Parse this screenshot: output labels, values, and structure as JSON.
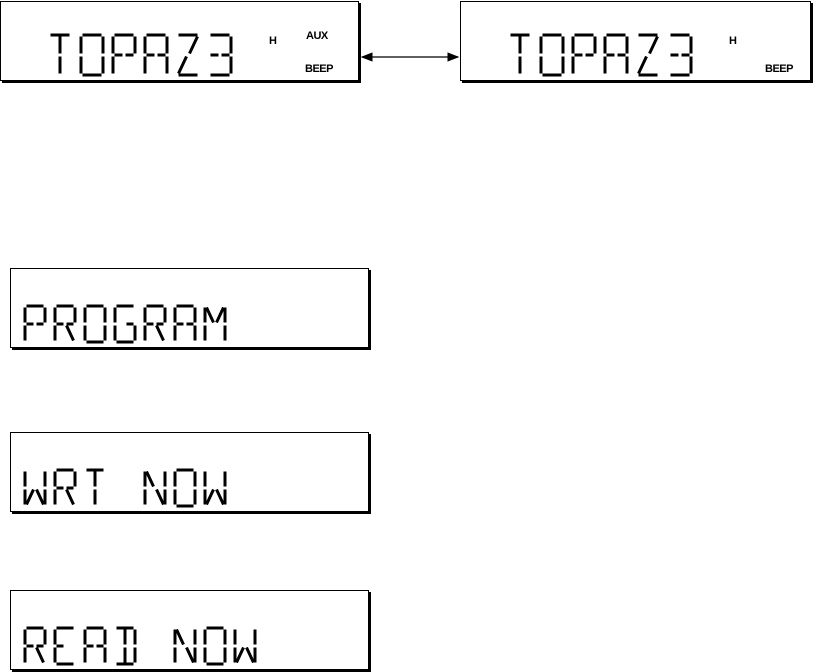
{
  "displays": [
    {
      "text": "TOPAZ3",
      "indicators": {
        "h": "H",
        "aux": "AUX",
        "beep": "BEEP"
      }
    },
    {
      "text": "TOPAZ3",
      "indicators": {
        "h": "H",
        "beep": "BEEP"
      }
    },
    {
      "text": "PROGRAM"
    },
    {
      "text": "WRT NOW"
    },
    {
      "text": "READ NOW"
    }
  ],
  "connector": {
    "type": "double-headed-arrow",
    "from": "display-1",
    "to": "display-2"
  },
  "colors": {
    "segment": "#000000",
    "background": "#ffffff"
  }
}
